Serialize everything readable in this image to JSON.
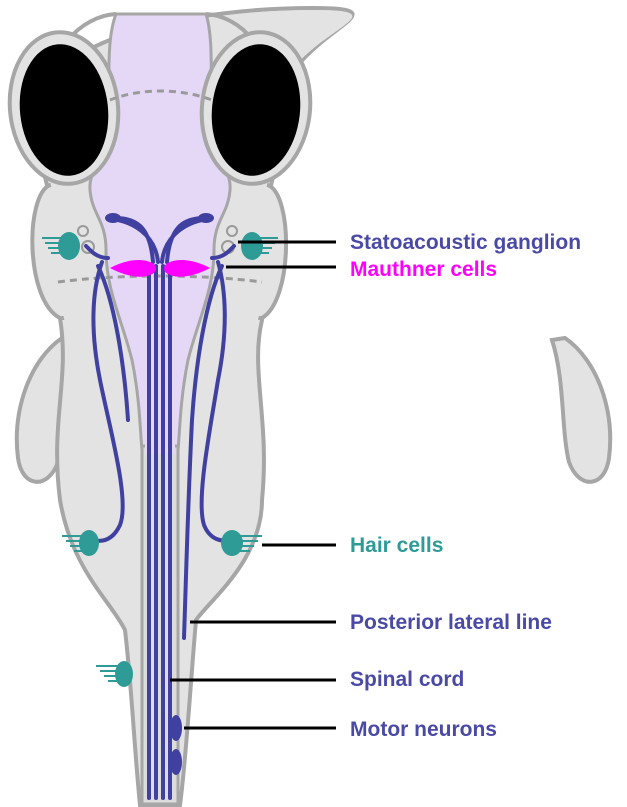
{
  "labels": {
    "statoacoustic": "Statoacoustic ganglion",
    "mauthner": "Mauthner cells",
    "hair_cells": "Hair cells",
    "posterior_lateral_line": "Posterior lateral line",
    "spinal_cord": "Spinal cord",
    "motor_neurons": "Motor neurons"
  },
  "colors": {
    "body_fill": "#e3e3e3",
    "outline": "#a6a6a6",
    "brain_fill": "#e5d7f6",
    "neuron": "#4040a0",
    "mauthner": "#ff00ff",
    "hair_cell": "#2e9b96",
    "eye": "#000000",
    "label_purple": "#4a4aa6",
    "label_magenta": "#ff00ff",
    "label_teal": "#2e9b96"
  }
}
